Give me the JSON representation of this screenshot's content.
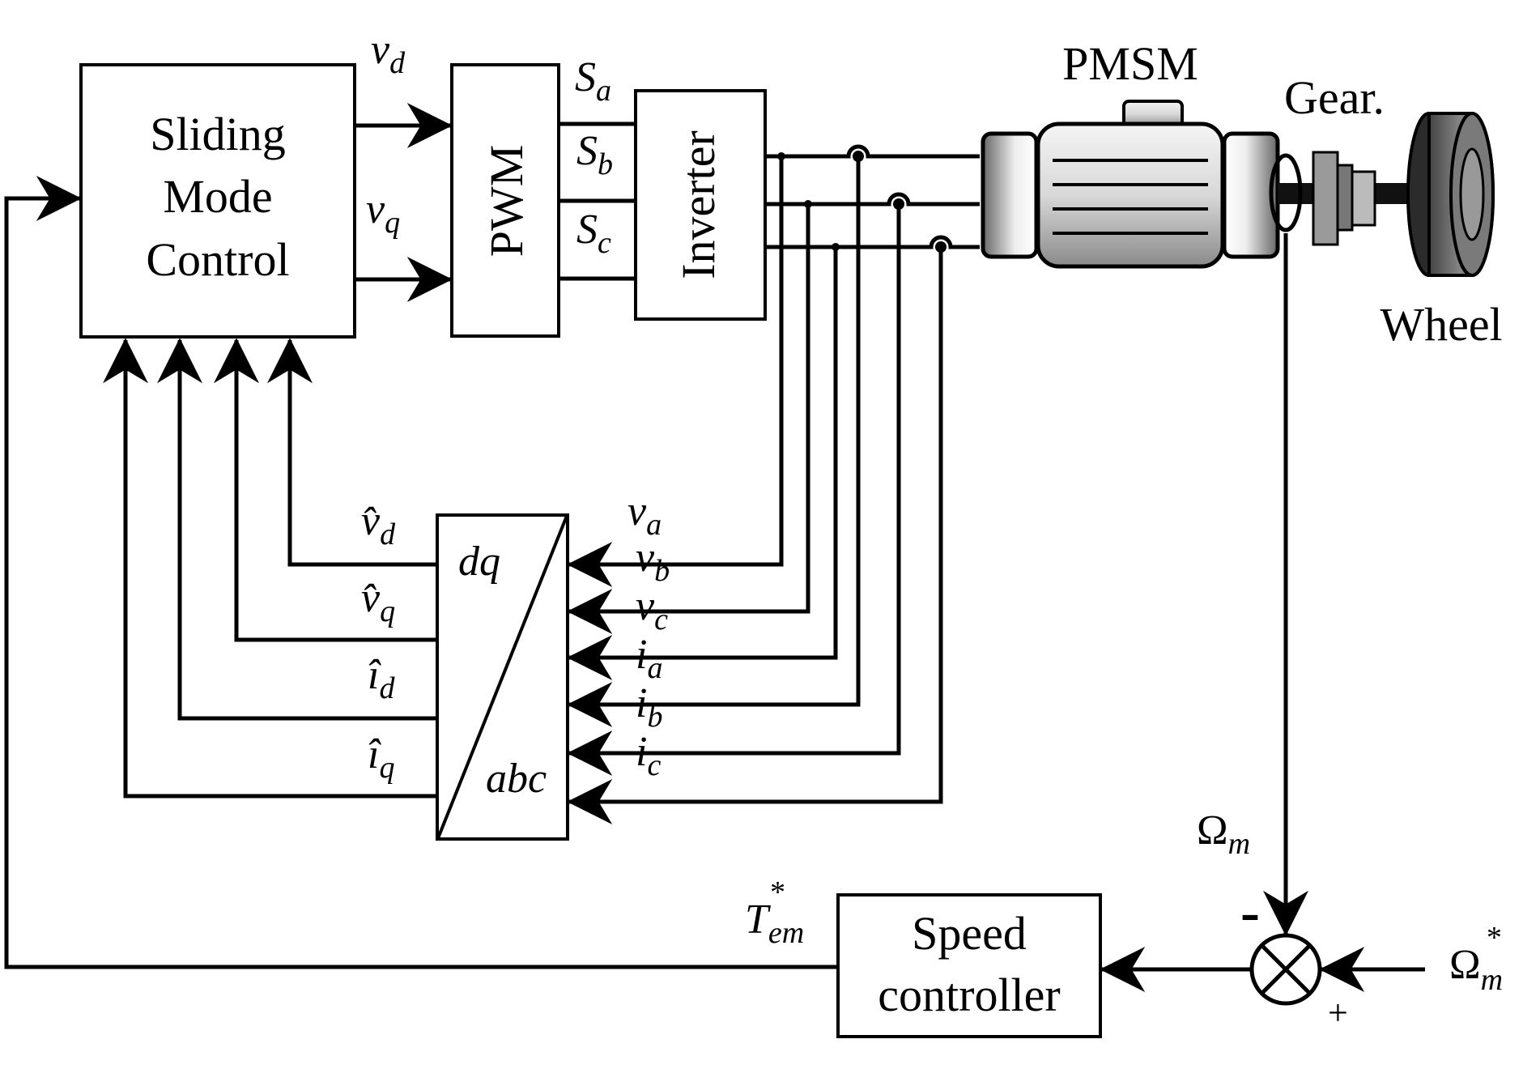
{
  "blocks": {
    "smc_line1": "Sliding",
    "smc_line2": "Mode",
    "smc_line3": "Control",
    "pwm": "PWM",
    "inverter": "Inverter",
    "transform_top": "dq",
    "transform_bottom": "abc",
    "speed_line1": "Speed",
    "speed_line2": "controller"
  },
  "components": {
    "motor": "PMSM",
    "gear": "Gear.",
    "wheel": "Wheel"
  },
  "signals": {
    "vd_main": "v",
    "vd_main_sub": "d",
    "vq_main": "v",
    "vq_main_sub": "q",
    "sa": "S",
    "sa_sub": "a",
    "sb": "S",
    "sb_sub": "b",
    "sc": "S",
    "sc_sub": "c",
    "va": "v",
    "va_sub": "a",
    "vb": "v",
    "vb_sub": "b",
    "vc": "v",
    "vc_sub": "c",
    "ia": "i",
    "ia_sub": "a",
    "ib": "i",
    "ib_sub": "b",
    "ic": "i",
    "ic_sub": "c",
    "vd_hat": "v̂",
    "vd_hat_sub": "d",
    "vq_hat": "v̂",
    "vq_hat_sub": "q",
    "id_hat": "î",
    "id_hat_sub": "d",
    "iq_hat": "î",
    "iq_hat_sub": "q",
    "omega": "Ω",
    "omega_sub": "m",
    "omega_ref": "Ω",
    "omega_ref_sub": "m",
    "omega_ref_sup": "*",
    "tem": "T",
    "tem_sub": "em",
    "tem_sup": "*",
    "minus": "-",
    "plus": "+"
  },
  "colors": {
    "line": "#000000",
    "background": "#ffffff"
  }
}
